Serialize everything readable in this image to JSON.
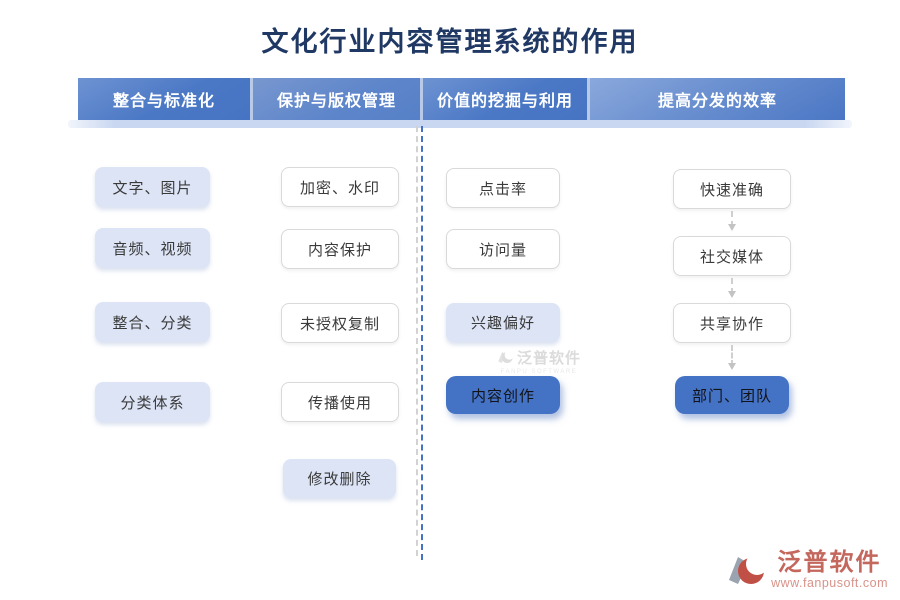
{
  "title": "文化行业内容管理系统的作用",
  "columns": [
    {
      "header": "整合与标准化",
      "items": [
        {
          "label": "文字、图片"
        },
        {
          "label": "音频、视频"
        },
        {
          "label": "整合、分类"
        },
        {
          "label": "分类体系"
        }
      ]
    },
    {
      "header": "保护与版权管理",
      "items": [
        {
          "label": "加密、水印"
        },
        {
          "label": "内容保护"
        },
        {
          "label": "未授权复制"
        },
        {
          "label": "传播使用"
        },
        {
          "label": "修改删除"
        }
      ]
    },
    {
      "header": "价值的挖掘与利用",
      "items": [
        {
          "label": "点击率"
        },
        {
          "label": "访问量"
        },
        {
          "label": "兴趣偏好"
        },
        {
          "label": "内容创作"
        }
      ]
    },
    {
      "header": "提高分发的效率",
      "items": [
        {
          "label": "快速准确"
        },
        {
          "label": "社交媒体"
        },
        {
          "label": "共享协作"
        },
        {
          "label": "部门、团队"
        }
      ]
    }
  ],
  "watermark": {
    "brand": "泛普软件",
    "sub": "FANPU SOFTWARE"
  },
  "footer_logo": {
    "brand": "泛普软件",
    "website": "www.fanpusoft.com"
  },
  "colors": {
    "title": "#1f3864",
    "header_dark": "#4b78c5",
    "header_medium": "#5d85ca",
    "header_light_gradient": "#8aa8dc",
    "header_strip": "#c9d7f1",
    "node_light": "#dce4f6",
    "node_white_border": "#d9d9d9",
    "node_blue": "#4472c4",
    "divider_blue": "#4472c4",
    "arrow_gray": "#cfcfcf",
    "brand_red": "#c4675d",
    "brand_url_red": "#d8938a"
  }
}
